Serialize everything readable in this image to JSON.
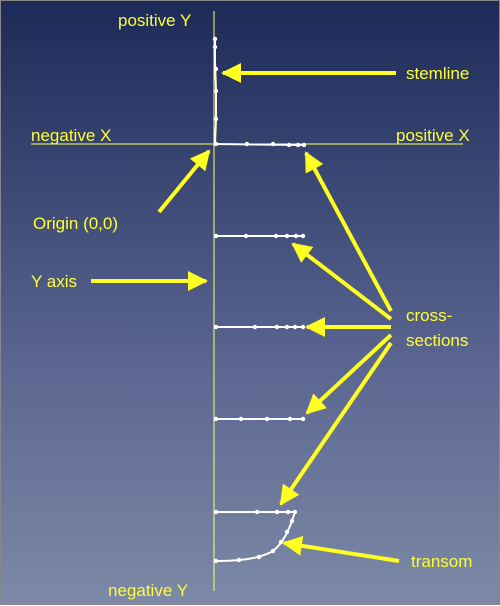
{
  "colors": {
    "label": "#ffff33",
    "axis": "#ffff66",
    "geometry": "#ffffff",
    "arrow": "#ffff22"
  },
  "labels": {
    "positive_y": "positive Y",
    "negative_y": "negative Y",
    "negative_x": "negative X",
    "positive_x": "positive X",
    "stemline": "stemline",
    "origin": "Origin (0,0)",
    "y_axis": "Y axis",
    "cross_sections_line1": "cross-",
    "cross_sections_line2": "sections",
    "transom": "transom"
  }
}
